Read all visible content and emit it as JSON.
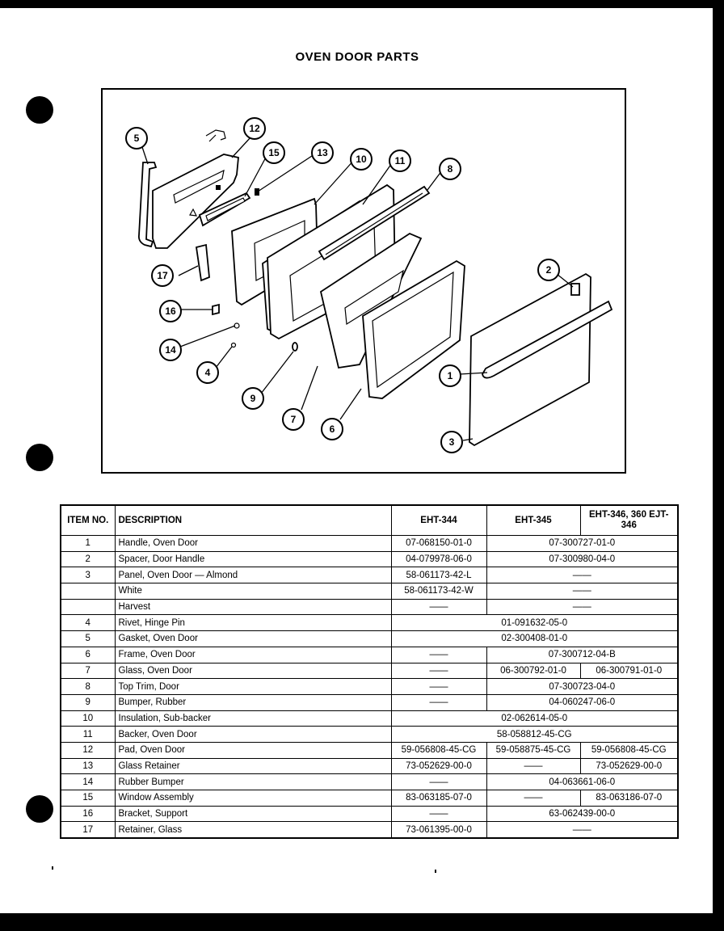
{
  "title": "OVEN DOOR PARTS",
  "callouts": [
    "1",
    "2",
    "3",
    "4",
    "5",
    "6",
    "7",
    "8",
    "9",
    "10",
    "11",
    "12",
    "13",
    "14",
    "15",
    "16",
    "17"
  ],
  "table": {
    "headers": {
      "item": "ITEM NO.",
      "description": "DESCRIPTION",
      "m1": "EHT-344",
      "m2": "EHT-345",
      "m3": "EHT-346, 360 EJT-346"
    },
    "rows": [
      {
        "item": "1",
        "desc": "Handle, Oven Door",
        "a": "07-068150-01-0",
        "bc": "07-300727-01-0"
      },
      {
        "item": "2",
        "desc": "Spacer, Door Handle",
        "a": "04-079978-06-0",
        "bc": "07-300980-04-0"
      },
      {
        "item": "3",
        "desc": "Panel, Oven Door — Almond",
        "a": "58-061173-42-L",
        "bc": "——"
      },
      {
        "item": "",
        "desc": "White",
        "a": "58-061173-42-W",
        "bc": "——"
      },
      {
        "item": "",
        "desc": "Harvest",
        "a": "——",
        "bc": "——"
      },
      {
        "item": "4",
        "desc": "Rivet, Hinge Pin",
        "abc": "01-091632-05-0"
      },
      {
        "item": "5",
        "desc": "Gasket, Oven Door",
        "abc": "02-300408-01-0"
      },
      {
        "item": "6",
        "desc": "Frame, Oven Door",
        "a": "——",
        "bc": "07-300712-04-B"
      },
      {
        "item": "7",
        "desc": "Glass, Oven Door",
        "a": "——",
        "b": "06-300792-01-0",
        "c": "06-300791-01-0"
      },
      {
        "item": "8",
        "desc": "Top Trim, Door",
        "a": "——",
        "bc": "07-300723-04-0"
      },
      {
        "item": "9",
        "desc": "Bumper, Rubber",
        "a": "——",
        "bc": "04-060247-06-0"
      },
      {
        "item": "10",
        "desc": "Insulation, Sub-backer",
        "abc": "02-062614-05-0"
      },
      {
        "item": "11",
        "desc": "Backer, Oven Door",
        "abc": "58-058812-45-CG"
      },
      {
        "item": "12",
        "desc": "Pad, Oven Door",
        "a": "59-056808-45-CG",
        "b": "59-058875-45-CG",
        "c": "59-056808-45-CG"
      },
      {
        "item": "13",
        "desc": "Glass Retainer",
        "a": "73-052629-00-0",
        "b": "——",
        "c": "73-052629-00-0"
      },
      {
        "item": "14",
        "desc": "Rubber Bumper",
        "a": "——",
        "bc": "04-063661-06-0"
      },
      {
        "item": "15",
        "desc": "Window Assembly",
        "a": "83-063185-07-0",
        "b": "——",
        "c": "83-063186-07-0"
      },
      {
        "item": "16",
        "desc": "Bracket, Support",
        "a": "——",
        "bc": "63-062439-00-0"
      },
      {
        "item": "17",
        "desc": "Retainer, Glass",
        "a": "73-061395-00-0",
        "bc": "——"
      }
    ]
  }
}
